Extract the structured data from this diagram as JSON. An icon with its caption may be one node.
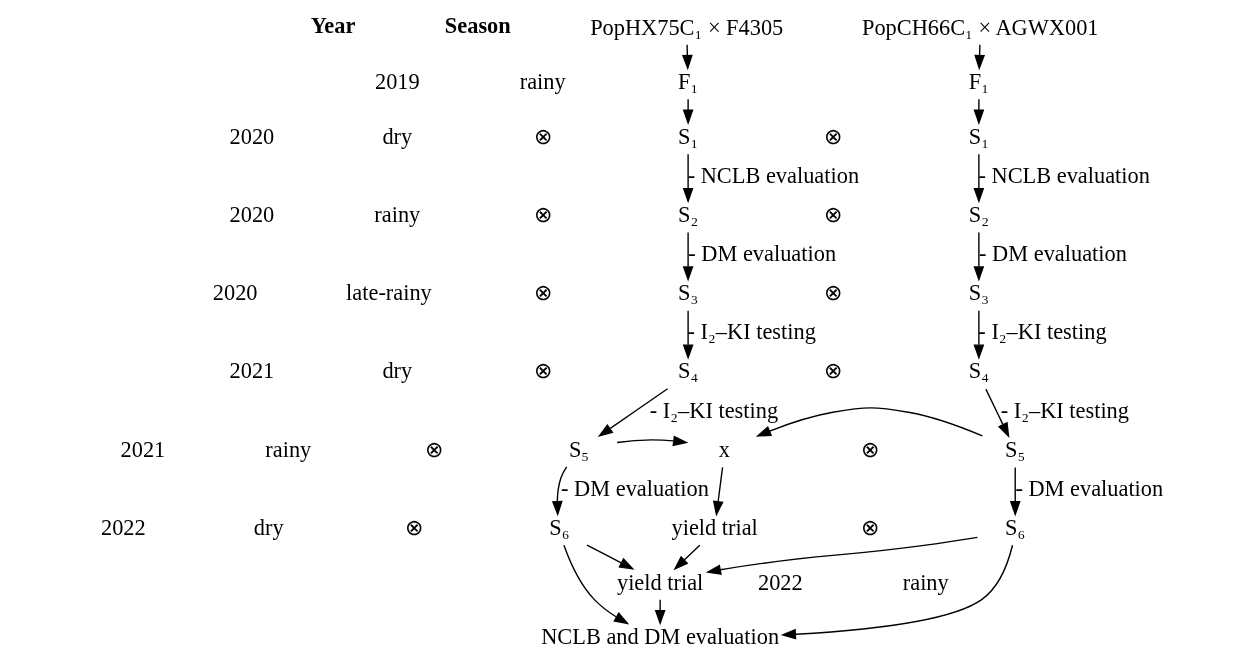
{
  "diagram": {
    "nodes": [
      {
        "text": [
          "PopHX75C₁ × F4305"
        ]
      },
      {
        "text": [
          "F₁"
        ]
      },
      {
        "text": [
          "S₁"
        ]
      },
      {
        "text": [
          "S₂"
        ]
      },
      {
        "text": [
          "S₃"
        ]
      },
      {
        "text": [
          "S₄"
        ]
      },
      {
        "text": [
          "S₅"
        ]
      },
      {
        "text": [
          "S₆"
        ]
      },
      {
        "text": [
          "PopCH66C₁ × AGWX001"
        ]
      },
      {
        "text": [
          "F₁"
        ]
      },
      {
        "text": [
          "S₁"
        ]
      },
      {
        "text": [
          "S₂"
        ]
      },
      {
        "text": [
          "S₃"
        ]
      },
      {
        "text": [
          "S₄"
        ]
      },
      {
        "text": [
          "S₅"
        ]
      },
      {
        "text": [
          "S₆"
        ]
      },
      {
        "text": [
          "x"
        ]
      },
      {
        "text": [
          "yield trial"
        ]
      },
      {
        "text": [
          "yield trial"
        ]
      },
      {
        "text": [
          "NCLB and DM evaluation"
        ]
      }
    ],
    "edges": [
      {
        "from": 0,
        "to": 1,
        "arrow": "to"
      },
      {
        "from": 1,
        "to": 2,
        "arrow": "to"
      },
      {
        "from": 2,
        "to": 3,
        "arrow": "to",
        "label": "- NCLB evaluation"
      },
      {
        "from": 3,
        "to": 4,
        "arrow": "to",
        "label": "- DM evaluation"
      },
      {
        "from": 4,
        "to": 5,
        "arrow": "to",
        "label": "- I₂–KI testing"
      },
      {
        "from": 5,
        "to": 6,
        "arrow": "to",
        "label": "- I₂–KI testing"
      },
      {
        "from": 6,
        "to": 7,
        "arrow": "to",
        "label": "- DM evaluation"
      },
      {
        "from": 8,
        "to": 9,
        "arrow": "to"
      },
      {
        "from": 9,
        "to": 10,
        "arrow": "to"
      },
      {
        "from": 10,
        "to": 11,
        "arrow": "to",
        "label": "- NCLB evaluation"
      },
      {
        "from": 11,
        "to": 12,
        "arrow": "to",
        "label": "- DM evaluation"
      },
      {
        "from": 12,
        "to": 13,
        "arrow": "to",
        "label": "- I₂–KI testing"
      },
      {
        "from": 13,
        "to": 14,
        "arrow": "to",
        "label": "- I₂–KI testing"
      },
      {
        "from": 14,
        "to": 15,
        "arrow": "to",
        "label": "- DM evaluation"
      },
      {
        "from": 6,
        "to": 16,
        "arrow": "to"
      },
      {
        "from": 14,
        "to": 16,
        "arrow": "to"
      },
      {
        "from": 16,
        "to": 17,
        "arrow": "to"
      },
      {
        "from": 17,
        "to": 18,
        "arrow": "to"
      },
      {
        "from": 7,
        "to": 18,
        "arrow": "to"
      },
      {
        "from": 15,
        "to": 18,
        "arrow": "to"
      },
      {
        "from": 7,
        "to": 19,
        "arrow": "to"
      },
      {
        "from": 18,
        "to": 19,
        "arrow": "to"
      },
      {
        "from": 15,
        "to": 19,
        "arrow": "to"
      }
    ],
    "labels": [
      "Year",
      "Season",
      "2019",
      "rainy",
      "2020",
      "dry",
      "2020",
      "rainy",
      "2020",
      "late-rainy",
      "2021",
      "dry",
      "2021",
      "rainy",
      "2022",
      "dry",
      "2022",
      "rainy",
      "⊗",
      "⊗",
      "⊗",
      "⊗",
      "⊗",
      "⊗",
      "⊗",
      "⊗",
      "⊗",
      "⊗",
      "⊗",
      "⊗"
    ]
  }
}
